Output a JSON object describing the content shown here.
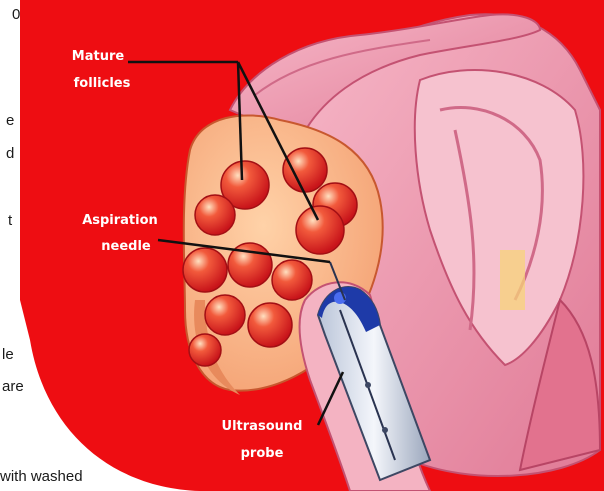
{
  "labels": {
    "mature_follicles_line1": "Mature",
    "mature_follicles_line2": "follicles",
    "aspiration_needle_line1": "Aspiration",
    "aspiration_needle_line2": "needle",
    "ultrasound_probe_line1": "Ultrasound",
    "ultrasound_probe_line2": "probe"
  },
  "cropped_text": {
    "f1": "0",
    "f2": "e",
    "f3": "d",
    "f4": "t",
    "f5": "le",
    "f6": "are",
    "f7": "with washed"
  },
  "colors": {
    "panel_red": "#ee0d12",
    "follicle": "#e8362d",
    "tissue_pink": "#f2a4b5",
    "label_white": "#ffffff"
  }
}
